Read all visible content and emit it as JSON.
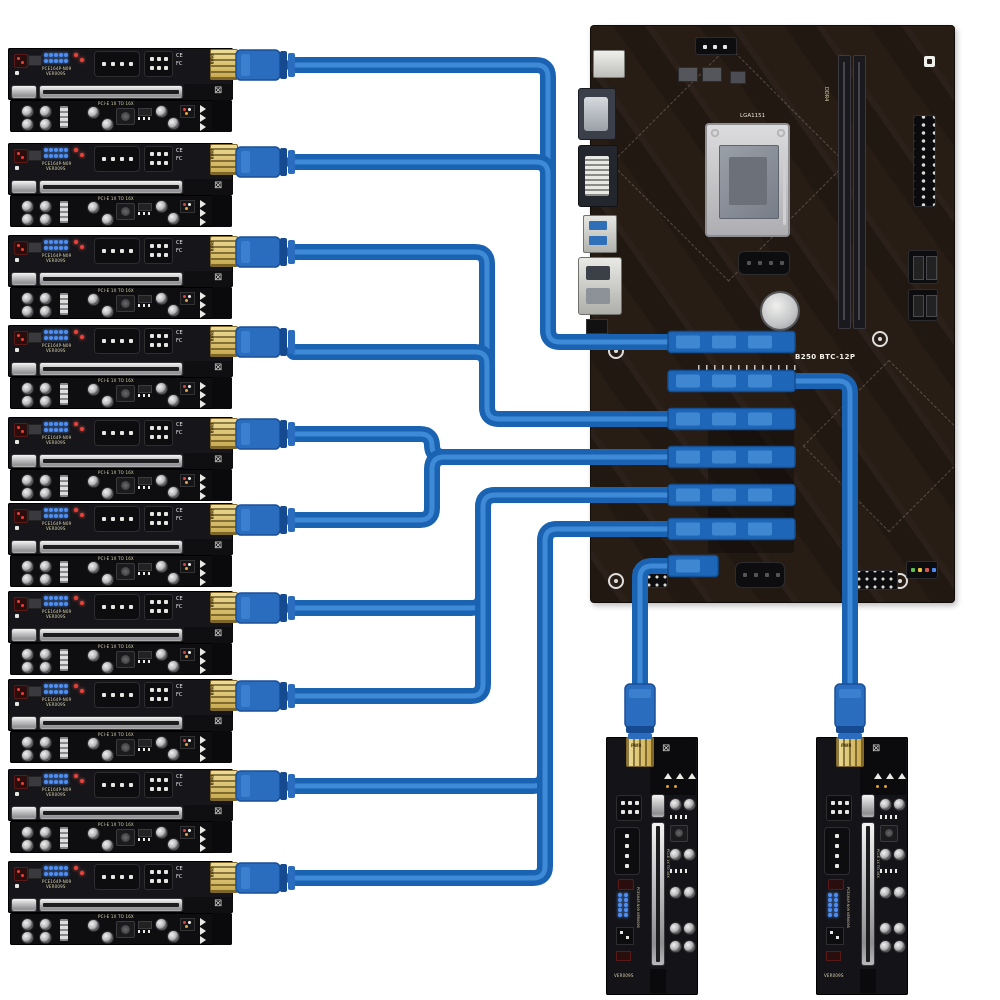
{
  "scene": {
    "type": "product-photo",
    "description": "Cryptocurrency mining kit: B250 BTC-12P motherboard connected by 12 blue USB riser cables to PCI-E 1X to 16X riser cards (10 stacked left, 2 bottom right)",
    "background": "#ffffff"
  },
  "motherboard": {
    "name": "B250 BTC-12P",
    "socket_label": "LGA1151",
    "ram_label": "DDR4",
    "pcb_color": "#281d15",
    "riser_port_count": 12,
    "port_bar_count": 7
  },
  "riser_card": {
    "silk_line1": "PCE164P-N09",
    "silk_line2": "VER009S",
    "slot_text": "PCI-E 1X TO 16X",
    "port_label": "PWR",
    "cert_line1": "CE",
    "cert_line2": "FC",
    "left_count": 10,
    "bottom_count": 2,
    "pcb_color": "#16161a"
  },
  "cable": {
    "count": 12,
    "color": "#1a63b2",
    "highlight": "#4790dc",
    "plug_color": "#2a6dbe",
    "plug_edge": "#1a4f97",
    "ring_color": "#164a90"
  },
  "slots": {
    "bar_color": "#1e67b8",
    "bar_edge": "#134e92",
    "hump_color": "#3f87d0"
  }
}
